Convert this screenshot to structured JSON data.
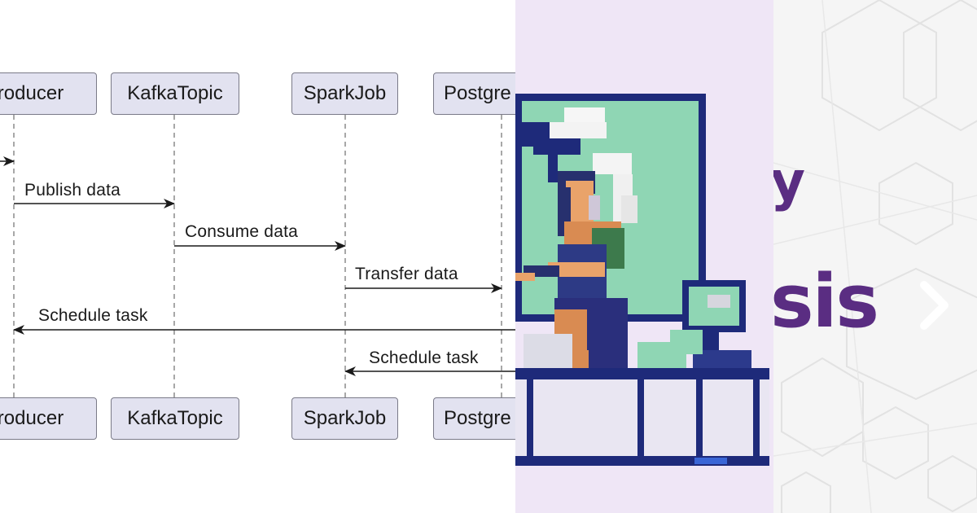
{
  "sequence_diagram": {
    "participants": [
      "Producer",
      "KafkaTopic",
      "SparkJob",
      "Postgre"
    ],
    "messages": [
      {
        "label": "Publish data"
      },
      {
        "label": "Consume data"
      },
      {
        "label": "Transfer data"
      },
      {
        "label": "Schedule task"
      },
      {
        "label": "Schedule task"
      }
    ]
  },
  "illustration": {
    "subject": "person at workbench"
  },
  "banner": {
    "text_top": "y",
    "text_main": "sis"
  },
  "colors": {
    "participant_fill": "#e2e2f0",
    "participant_border": "#7a7a88",
    "banner_text": "#5a2d82",
    "art_board": "#8fd6b4",
    "art_navy": "#1e2a7a"
  }
}
